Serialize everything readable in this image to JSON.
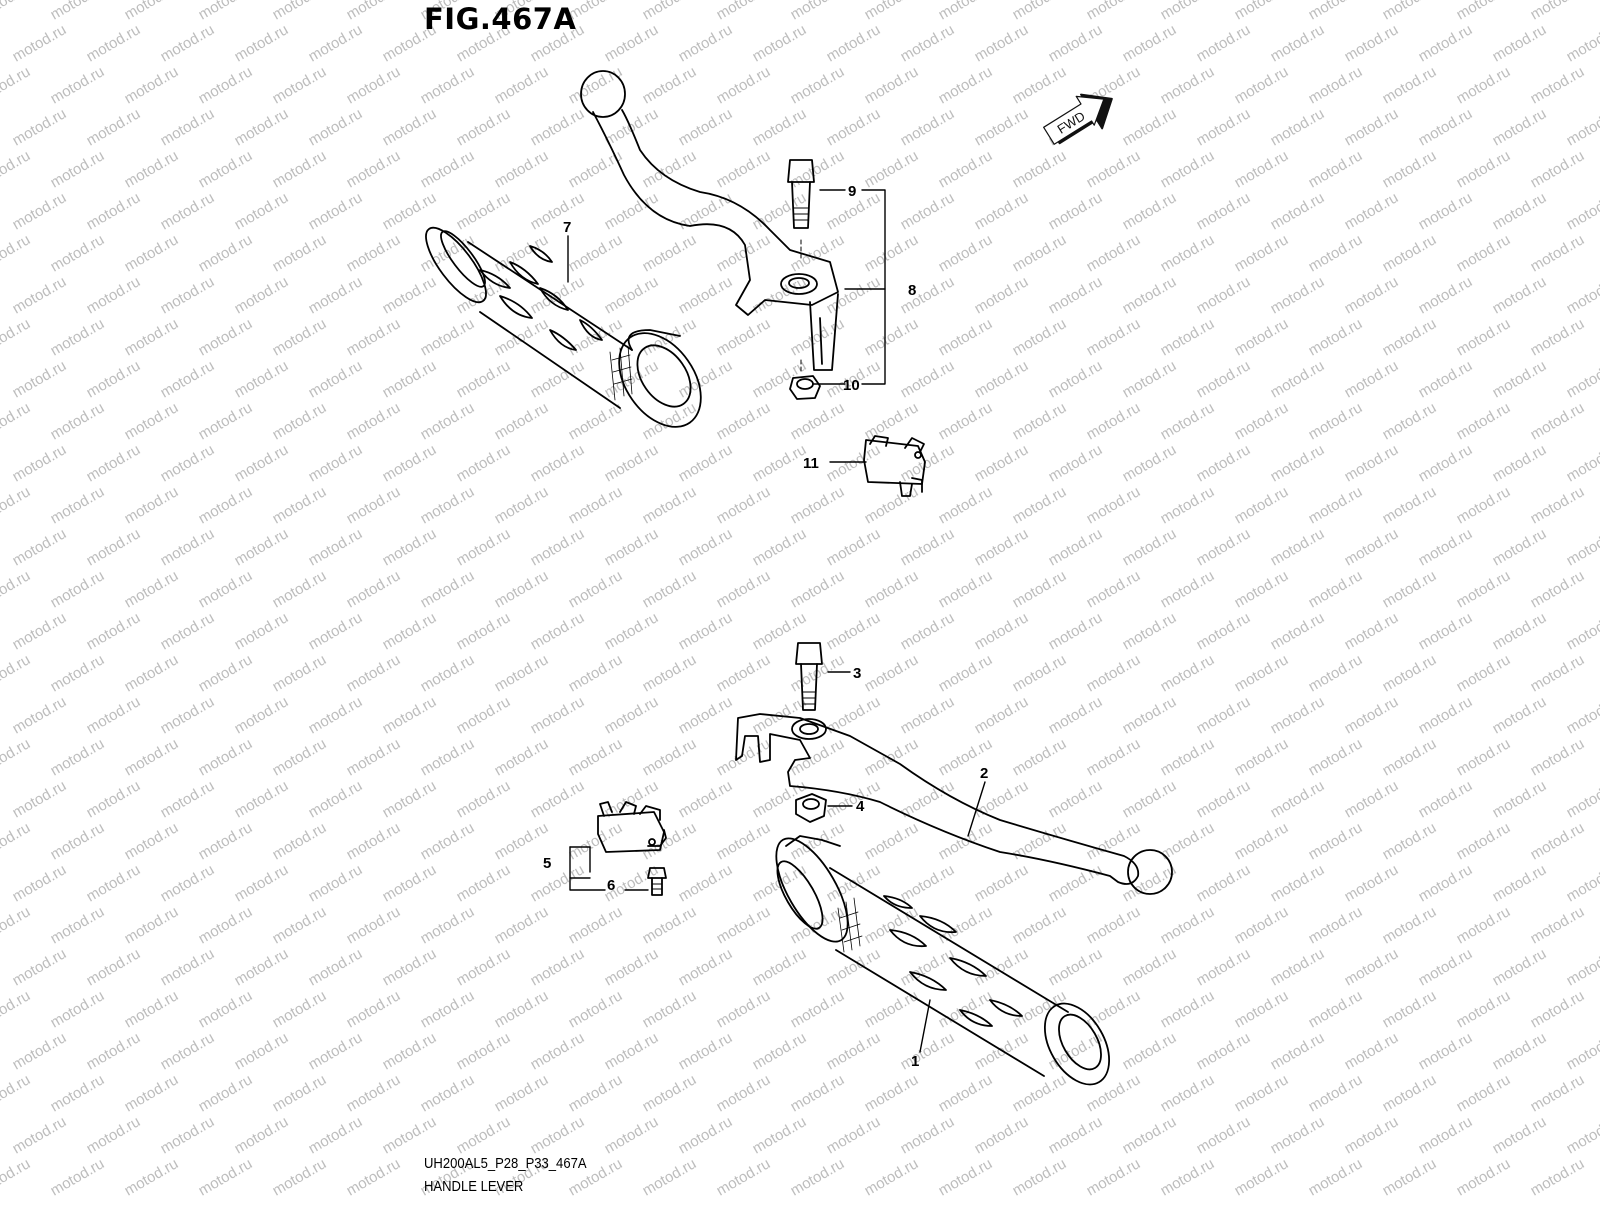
{
  "figure": {
    "title": "FIG.467A",
    "code": "UH200AL5_P28_P33_467A",
    "name": "HANDLE LEVER",
    "watermark": "motod.ru",
    "forward_label": "FWD"
  },
  "callouts": [
    {
      "id": "1",
      "part": "grip-right"
    },
    {
      "id": "2",
      "part": "front-brake-lever"
    },
    {
      "id": "3",
      "part": "lever-bolt-lower"
    },
    {
      "id": "4",
      "part": "lever-nut-lower"
    },
    {
      "id": "5",
      "part": "brake-light-switch-front"
    },
    {
      "id": "6",
      "part": "switch-screw"
    },
    {
      "id": "7",
      "part": "grip-left"
    },
    {
      "id": "8",
      "part": "rear-brake-lever"
    },
    {
      "id": "9",
      "part": "lever-bolt-upper"
    },
    {
      "id": "10",
      "part": "lever-nut-upper"
    },
    {
      "id": "11",
      "part": "brake-light-switch-rear"
    }
  ]
}
